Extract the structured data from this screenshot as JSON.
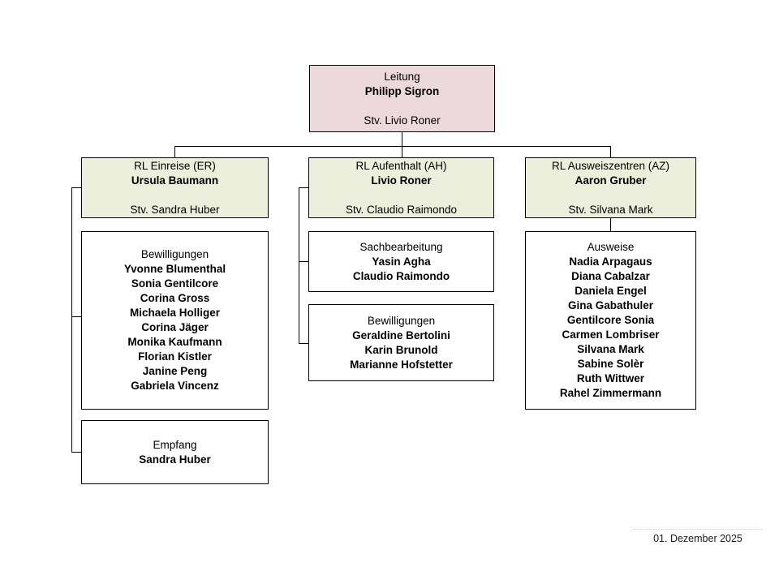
{
  "org": {
    "leitung": {
      "title": "Leitung",
      "name": "Philipp Sigron",
      "deputy": "Stv. Livio Roner"
    },
    "departments": {
      "er": {
        "title": "RL Einreise (ER)",
        "name": "Ursula Baumann",
        "deputy": "Stv. Sandra Huber"
      },
      "ah": {
        "title": "RL Aufenthalt (AH)",
        "name": "Livio Roner",
        "deputy": "Stv. Claudio Raimondo"
      },
      "az": {
        "title": "RL Ausweiszentren (AZ)",
        "name": "Aaron Gruber",
        "deputy": "Stv. Silvana Mark"
      }
    },
    "teams": {
      "bewilligungen_er": {
        "title": "Bewilligungen",
        "members": [
          "Yvonne Blumenthal",
          "Sonia Gentilcore",
          "Corina Gross",
          "Michaela Holliger",
          "Corina Jäger",
          "Monika Kaufmann",
          "Florian Kistler",
          "Janine Peng",
          "Gabriela Vincenz"
        ]
      },
      "empfang": {
        "title": "Empfang",
        "members": [
          "Sandra Huber"
        ]
      },
      "sachbearbeitung": {
        "title": "Sachbearbeitung",
        "members": [
          "Yasin Agha",
          "Claudio Raimondo"
        ]
      },
      "bewilligungen_ah": {
        "title": "Bewilligungen",
        "members": [
          "Geraldine Bertolini",
          "Karin Brunold",
          "Marianne Hofstetter"
        ]
      },
      "ausweise": {
        "title": "Ausweise",
        "members": [
          "Nadia Arpagaus",
          "Diana Cabalzar",
          "Daniela Engel",
          "Gina Gabathuler",
          "Gentilcore Sonia",
          "Carmen Lombriser",
          "Silvana Mark",
          "Sabine Solèr",
          "Ruth Wittwer",
          "Rahel Zimmermann"
        ]
      }
    },
    "colors": {
      "leitung_fill": "#ecd9dc",
      "department_fill": "#ebefdb",
      "team_fill": "#ffffff",
      "border": "#000000"
    }
  },
  "footer": {
    "date": "01. Dezember 2025"
  }
}
